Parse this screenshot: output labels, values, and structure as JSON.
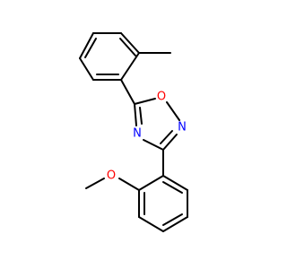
{
  "structure": {
    "atoms": {
      "oxygen_ring": {
        "symbol": "O",
        "color": "#ff0000"
      },
      "nitrogen_ring_right": {
        "symbol": "N",
        "color": "#0000ff"
      },
      "nitrogen_ring_left": {
        "symbol": "N",
        "color": "#0000ff"
      },
      "oxygen_methoxy": {
        "symbol": "O",
        "color": "#ff0000"
      }
    },
    "bond_color": "#000000"
  }
}
